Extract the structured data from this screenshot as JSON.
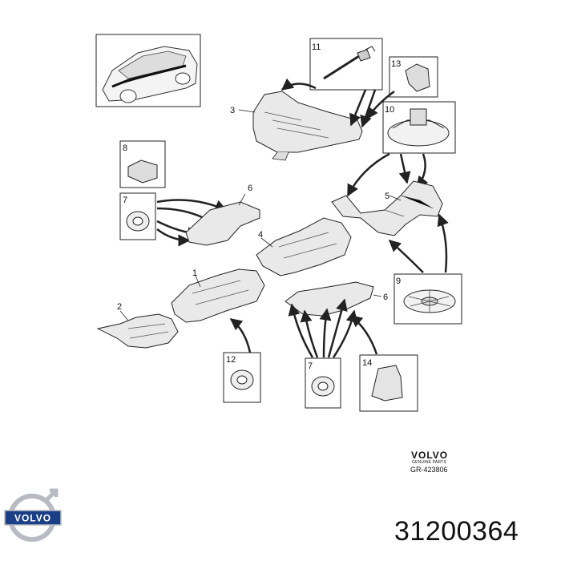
{
  "callouts": {
    "c1": "1",
    "c2": "2",
    "c3": "3",
    "c4": "4",
    "c5": "5",
    "c6a": "6",
    "c6b": "6",
    "c7a": "7",
    "c7b": "7",
    "c8": "8",
    "c9": "9",
    "c10": "10",
    "c11": "11",
    "c12": "12",
    "c13": "13",
    "c14": "14"
  },
  "brand": {
    "name": "VOLVO",
    "subtitle": "GENUINE PARTS",
    "diagram_ref": "GR-423806",
    "logo_text": "VOLVO"
  },
  "part_number": "31200364",
  "colors": {
    "line": "#222222",
    "fill": "#e9e9e9",
    "logo_blue": "#1b3f86",
    "logo_silver": "#b8bcc2"
  }
}
